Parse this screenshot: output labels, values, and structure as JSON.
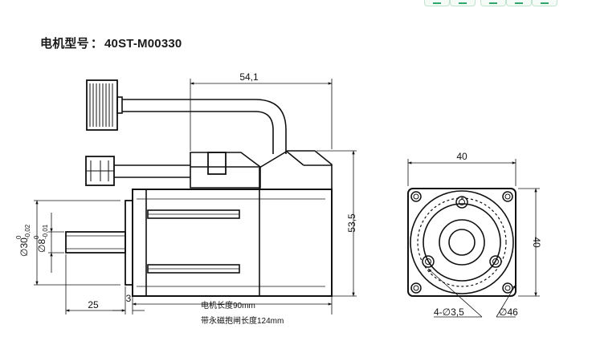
{
  "header": {
    "label": "电机型号",
    "separator": "：",
    "model": "40ST-M00330"
  },
  "dimensions": {
    "overall_length": "54,1",
    "height": "53,5",
    "shaft_length": "25",
    "flange_thickness": "3",
    "shaft_dia_main": "∅30",
    "shaft_dia_main_upper": "0",
    "shaft_dia_main_lower": "-0,02",
    "shaft_dia_key": "∅8",
    "shaft_dia_key_upper": "0",
    "shaft_dia_key_lower": "-0,01",
    "flange_width": "40",
    "flange_height": "40",
    "holes": "4-∅3,5",
    "pitch_circle": "∅46"
  },
  "notes": {
    "motor_length": "电机长度90mm",
    "brake_length": "带永磁抱闸长度124mm"
  },
  "colors": {
    "line": "#111111",
    "background": "#ffffff",
    "toolbar_accent": "#2ea86b"
  }
}
